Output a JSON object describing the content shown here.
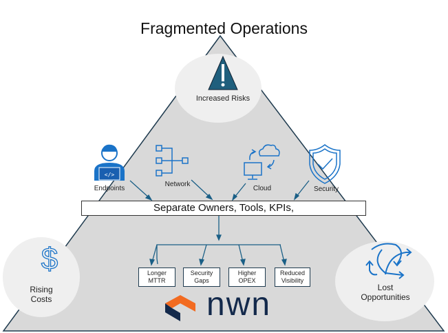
{
  "title": "Fragmented Operations",
  "top": {
    "label": "Increased Risks",
    "icon": "warning-triangle-icon"
  },
  "left": {
    "label": "Rising Costs",
    "icon": "dollar-icon"
  },
  "right": {
    "label": "Lost Opportunities",
    "icon": "crossing-arrows-icon"
  },
  "sources": [
    {
      "label": "Endpoints",
      "icon": "developer-laptop-icon"
    },
    {
      "label": "Network",
      "icon": "network-hierarchy-icon"
    },
    {
      "label": "Cloud",
      "icon": "cloud-sync-icon"
    },
    {
      "label": "Security",
      "icon": "shield-check-icon"
    }
  ],
  "bar": "Separate Owners, Tools, KPIs,",
  "outcomes": [
    {
      "line1": "Longer",
      "line2": "MTTR"
    },
    {
      "line1": "Security",
      "line2": "Gaps"
    },
    {
      "line1": "Higher",
      "line2": "OPEX"
    },
    {
      "line1": "Reduced",
      "line2": "Visibility"
    }
  ],
  "logo": "nwn",
  "colors": {
    "accent": "#1a5f86",
    "icon": "#1a73c8",
    "logo_orange": "#f26b21",
    "logo_navy": "#13294b",
    "pyramid": "#d9d9d9"
  }
}
